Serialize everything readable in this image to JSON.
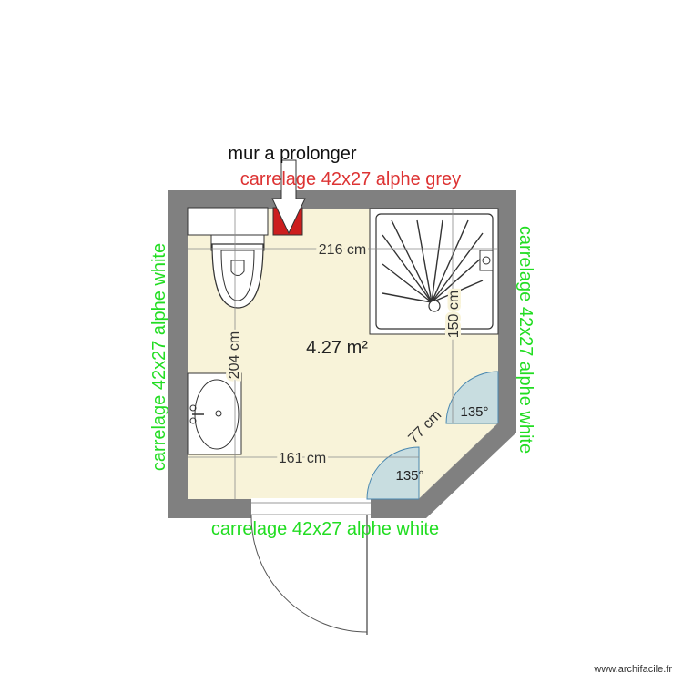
{
  "room": {
    "area": "4.27 m²",
    "floor_color": "#f8f3d9",
    "wall_color": "#808080"
  },
  "dimensions": {
    "width_top": "216 cm",
    "height_left": "204 cm",
    "width_bottom": "161 cm",
    "shower_height": "150 cm",
    "diagonal": "77 cm"
  },
  "angles": {
    "upper": "135°",
    "lower": "135°"
  },
  "labels": {
    "wall_note": "mur a prolonger",
    "top_tile": "carrelage 42x27 alphe grey",
    "left_tile": "carrelage 42x27 alphe white",
    "right_tile": "carrelage 42x27 alphe white",
    "bottom_tile": "carrelage 42x27 alphe white",
    "green_color": "#22dd22",
    "red_color": "#dd3333"
  },
  "footer": {
    "credit": "www.archifacile.fr"
  }
}
